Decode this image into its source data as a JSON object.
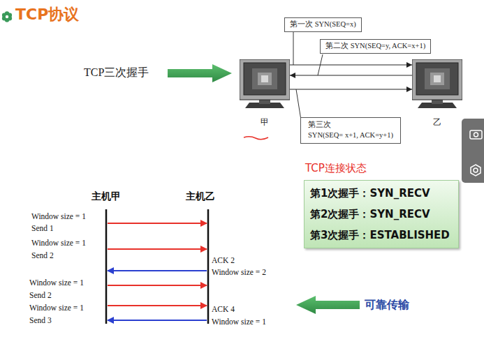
{
  "diagram": {
    "title": "TCP协议",
    "nodes": [
      {
        "text": [
          "第一次 SYN(SEQ=x)"
        ]
      },
      {
        "text": [
          "第二次 SYN(SEQ=y, ACK=x+1)"
        ]
      },
      {
        "text": [
          "甲"
        ]
      },
      {
        "text": [
          "乙"
        ]
      },
      {
        "text": [
          "第三次",
          "SYN(SEQ= x+1, ACK=y+1)"
        ]
      },
      {
        "text": [
          "TCP连接状态",
          "第1次握手：SYN_RECV",
          "第2次握手：SYN_RECV",
          "第3次握手：ESTABLISHED"
        ]
      }
    ],
    "edges": [
      {
        "from": 2,
        "to": 3,
        "arrow": "to"
      },
      {
        "from": 3,
        "to": 2,
        "arrow": "to"
      },
      {
        "from": 2,
        "to": 3,
        "arrow": "to"
      }
    ],
    "labels": [
      "TCP三次握手",
      "主机甲",
      "主机乙",
      "Window size = 1",
      "Send 1",
      "Window size = 1",
      "Send 2",
      "ACK 2",
      "Window size = 2",
      "Window size = 1",
      "Send 2",
      "Window size = 1",
      "Send 3",
      "ACK 4",
      "Window size = 1",
      "可靠传输"
    ]
  }
}
